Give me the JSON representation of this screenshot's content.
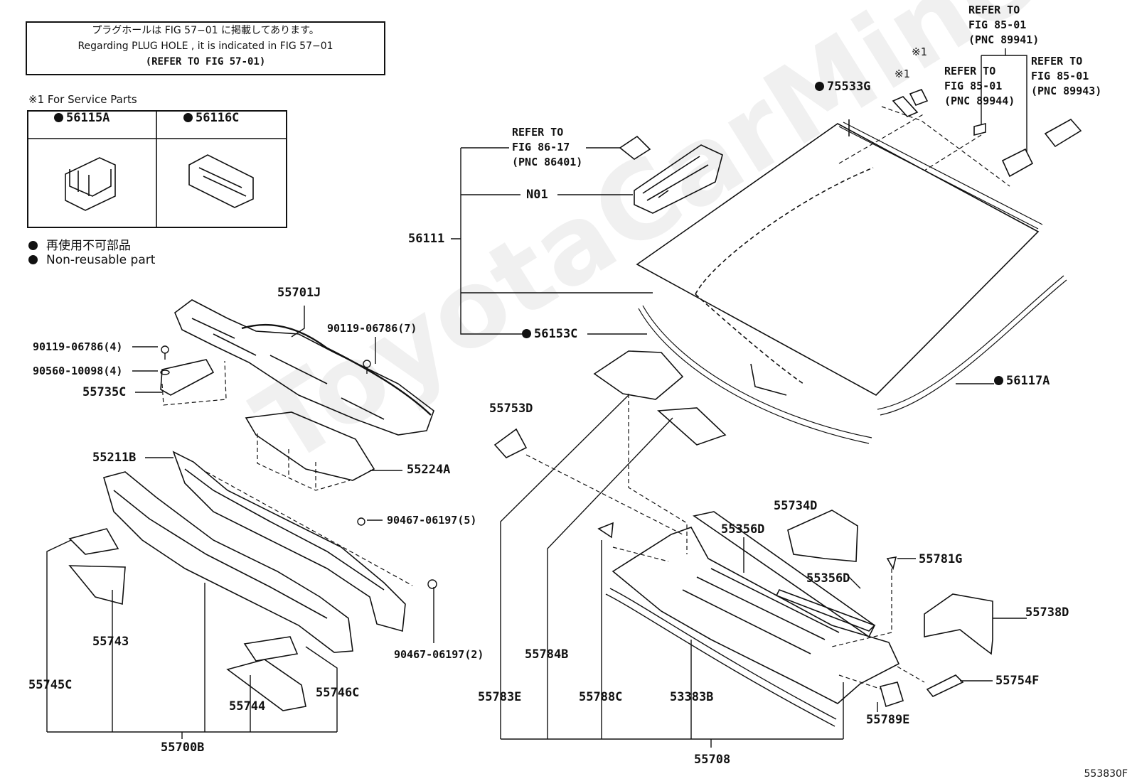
{
  "note": {
    "jp": "プラグホールは FIG  57−01 に掲載してあります。",
    "en": "Regarding  PLUG  HOLE , it is indicated in  FIG  57−01",
    "ref": "(REFER TO FIG 57-01)"
  },
  "service_parts": {
    "title": "※1  For Service Parts",
    "col1": "56115A",
    "col2": "56116C"
  },
  "legend": {
    "jp": "再使用不可部品",
    "en": "Non-reusable part"
  },
  "refs": {
    "r86": [
      "REFER TO",
      "FIG 86-17",
      "(PNC 86401)"
    ],
    "r89941": [
      "REFER TO",
      "FIG 85-01",
      "(PNC 89941)"
    ],
    "r89944": [
      "REFER TO",
      "FIG 85-01",
      "(PNC 89944)"
    ],
    "r89943": [
      "REFER TO",
      "FIG 85-01",
      "(PNC 89943)"
    ]
  },
  "labels": {
    "p56111": "56111",
    "n01": "N01",
    "p56153c": "56153C",
    "p75533g": "75533G",
    "star1a": "※1",
    "star1b": "※1",
    "p56117a": "56117A",
    "p55701j": "55701J",
    "b90119_7": "90119-06786(7)",
    "b90119_4": "90119-06786(4)",
    "b90560": "90560-10098(4)",
    "p55735c": "55735C",
    "p55211b": "55211B",
    "p55224a": "55224A",
    "b90467_5": "90467-06197(5)",
    "b90467_2": "90467-06197(2)",
    "p55743": "55743",
    "p55745c": "55745C",
    "p55746c": "55746C",
    "p55744": "55744",
    "p55700b": "55700B",
    "p55753d": "55753D",
    "p55734d": "55734D",
    "p55356d_a": "55356D",
    "p55356d_b": "55356D",
    "p55781g": "55781G",
    "p55738d": "55738D",
    "p55784b": "55784B",
    "p55783e": "55783E",
    "p55788c": "55788C",
    "p53383b": "53383B",
    "p55754f": "55754F",
    "p55789e": "55789E",
    "p55708": "55708"
  },
  "watermark": "ToyotaCarMine.com",
  "figure_id": "553830F"
}
